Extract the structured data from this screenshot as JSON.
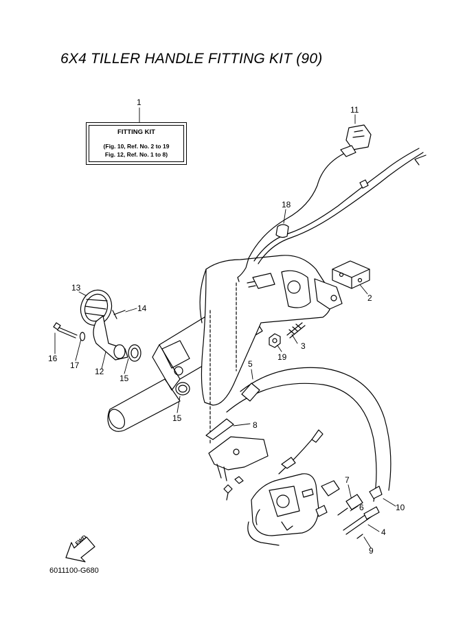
{
  "title": "6X4 TILLER HANDLE FITTING KIT (90)",
  "kit_box": {
    "heading": "FITTING KIT",
    "line1": "(Fig. 10, Ref. No. 2 to 19",
    "line2": "Fig. 12, Ref. No. 1 to 8)"
  },
  "callouts": [
    "1",
    "2",
    "3",
    "4",
    "5",
    "6",
    "7",
    "8",
    "9",
    "10",
    "11",
    "12",
    "13",
    "14",
    "15",
    "15",
    "16",
    "17",
    "18",
    "19"
  ],
  "fwd_label": "FWD",
  "doc_code": "6011100-G680"
}
